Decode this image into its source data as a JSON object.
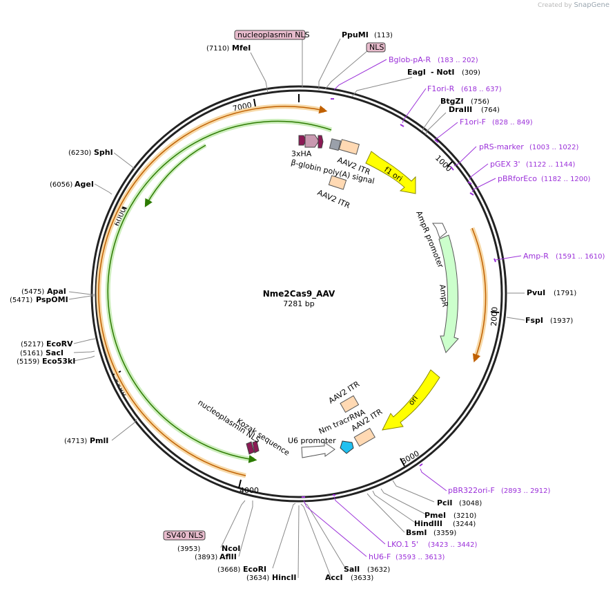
{
  "credit": {
    "prefix": "Created by",
    "brand": "SnapGene"
  },
  "plasmid": {
    "name": "Nme2Cas9_AAV",
    "length_label": "7281 bp",
    "length": 7281
  },
  "colors": {
    "backbone": "#222222",
    "enzyme": "#000000",
    "primer": "#9b30d9",
    "ori": "#ffff00",
    "ampr": "#ccffcc",
    "orf_orange": "#f4b040",
    "orf_green": "#66cc33",
    "itr": "#ffd9b3",
    "nls": "#8b1a55",
    "ha": "#c999b0",
    "polyA": "#9aa0aa",
    "tracr": "#20c0f0",
    "promoter": "#ffffff"
  },
  "enzymes": [
    {
      "name": "PpuMI",
      "pos": "(113)"
    },
    {
      "name": "EagI",
      "extra": "NotI",
      "pos": "(309)"
    },
    {
      "name": "BtgZI",
      "pos": "(756)"
    },
    {
      "name": "DraIII",
      "pos": "(764)"
    },
    {
      "name": "PvuI",
      "pos": "(1791)"
    },
    {
      "name": "FspI",
      "pos": "(1937)"
    },
    {
      "name": "PciI",
      "pos": "(3048)"
    },
    {
      "name": "PmeI",
      "pos": "(3210)"
    },
    {
      "name": "HindIII",
      "pos": "(3244)"
    },
    {
      "name": "BsmI",
      "pos": "(3359)"
    },
    {
      "name": "SalI",
      "pos": "(3632)"
    },
    {
      "name": "AccI",
      "pos": "(3633)"
    },
    {
      "name": "HincII",
      "pos": "(3634)"
    },
    {
      "name": "EcoRI",
      "pos": "(3668)"
    },
    {
      "name": "AflII",
      "pos": "(3893)"
    },
    {
      "name": "NcoI",
      "pos": "(3953)"
    },
    {
      "name": "PmlI",
      "pos": "(4713)"
    },
    {
      "name": "Eco53kI",
      "pos": "(5159)"
    },
    {
      "name": "SacI",
      "pos": "(5161)"
    },
    {
      "name": "EcoRV",
      "pos": "(5217)"
    },
    {
      "name": "PspOMI",
      "pos": "(5471)"
    },
    {
      "name": "ApaI",
      "pos": "(5475)"
    },
    {
      "name": "AgeI",
      "pos": "(6056)"
    },
    {
      "name": "SphI",
      "pos": "(6230)"
    },
    {
      "name": "MfeI",
      "pos": "(7110)"
    }
  ],
  "primers": [
    {
      "name": "Bglob-pA-R",
      "pos": "(183 .. 202)"
    },
    {
      "name": "F1ori-R",
      "pos": "(618 .. 637)"
    },
    {
      "name": "F1ori-F",
      "pos": "(828 .. 849)"
    },
    {
      "name": "pRS-marker",
      "pos": "(1003 .. 1022)"
    },
    {
      "name": "pGEX 3'",
      "pos": "(1122 .. 1144)"
    },
    {
      "name": "pBRforEco",
      "pos": "(1182 .. 1200)"
    },
    {
      "name": "Amp-R",
      "pos": "(1591 .. 1610)"
    },
    {
      "name": "pBR322ori-F",
      "pos": "(2893 .. 2912)"
    },
    {
      "name": "LKO.1 5'",
      "pos": "(3423 .. 3442)"
    },
    {
      "name": "hU6-F",
      "pos": "(3593 .. 3613)"
    }
  ],
  "tagged_labels": [
    {
      "name": "nucleoplasmin NLS"
    },
    {
      "name": "NLS"
    },
    {
      "name": "SV40 NLS"
    }
  ],
  "ticks": [
    "1000",
    "2000",
    "3000",
    "4000",
    "5000",
    "6000",
    "7000"
  ],
  "features": {
    "f1_ori": "f1 ori",
    "ampr_promoter": "AmpR promoter",
    "ampr": "AmpR",
    "ori": "ori",
    "aav2_itr_top": "AAV2 ITR",
    "beta_globin": "β-globin poly(A) signal",
    "three_xha": "3xHA",
    "aav2_itr_inner_top": "AAV2 ITR",
    "aav2_itr_bottom_1": "AAV2 ITR",
    "aav2_itr_bottom_2": "AAV2 ITR",
    "nm_tracrrna": "Nm tracrRNA",
    "u6_promoter": "U6 promoter",
    "kozak": "Kozak sequence",
    "nucleoplasmin_nls": "nucleoplasmin NLS"
  }
}
